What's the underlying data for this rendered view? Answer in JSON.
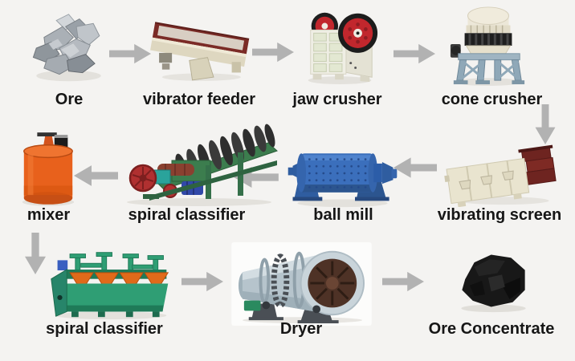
{
  "palette": {
    "background": "#f4f3f1",
    "arrow": "#b2b2b2",
    "label_text": "#161616",
    "jaw_wheel_red": "#c1272d",
    "mixer_orange": "#e8611c",
    "ball_mill_blue": "#3b6fbc",
    "classifier_green": "#3c7d4e",
    "flotation_green": "#2f9e74",
    "screen_cream": "#e9e4cf",
    "screen_red": "#6e2420",
    "dryer_steel": "#b6c4cc",
    "concentrate_black": "#181818"
  },
  "flow": {
    "row1": {
      "ore": "Ore",
      "vibrator_feeder": "vibrator feeder",
      "jaw_crusher": "jaw crusher",
      "cone_crusher": "cone crusher"
    },
    "row2": {
      "vibrating_screen": "vibrating screen",
      "ball_mill": "ball mill",
      "spiral_classifier": "spiral classifier",
      "mixer": "mixer"
    },
    "row3": {
      "spiral_classifier": "spiral classifier",
      "dryer": "Dryer",
      "ore_concentrate": "Ore Concentrate"
    }
  }
}
